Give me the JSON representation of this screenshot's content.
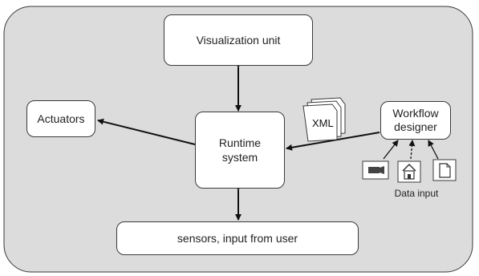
{
  "diagram": {
    "nodes": {
      "visualization": "Visualization unit",
      "actuators": "Actuators",
      "runtime": "Runtime\nsystem",
      "workflow": "Workflow\ndesigner",
      "sensors": "sensors, input from user"
    },
    "xml_label": "XML",
    "data_input_label": "Data input",
    "icons": [
      "camera-icon",
      "house-icon",
      "document-icon"
    ],
    "colors": {
      "panel": "#dcdcdc",
      "border": "#3a3a3a",
      "box": "#ffffff"
    }
  }
}
